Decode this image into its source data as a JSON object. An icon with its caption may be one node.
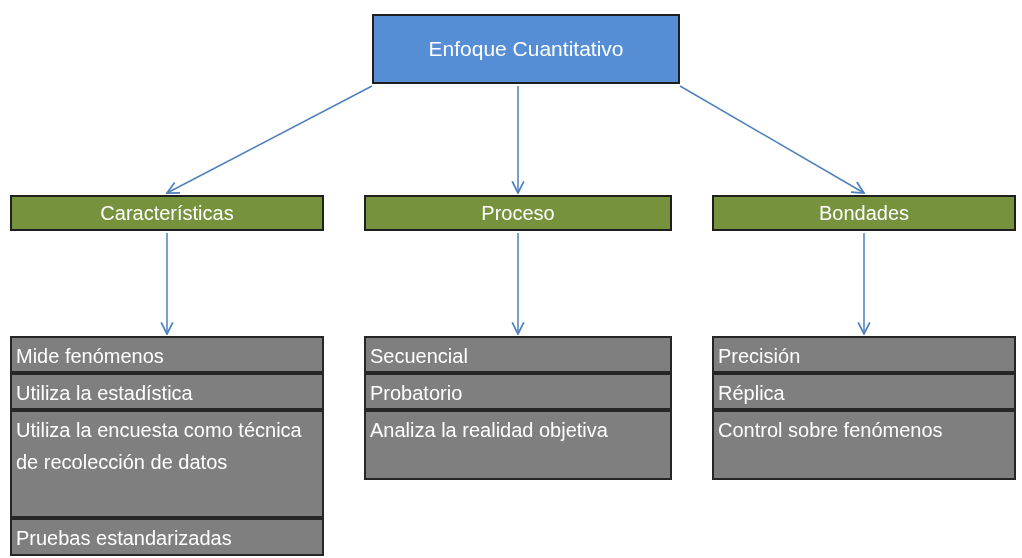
{
  "diagram": {
    "nodes": [
      {
        "text": [
          "Enfoque Cuantitativo"
        ]
      },
      {
        "text": [
          "Características"
        ]
      },
      {
        "text": [
          "Proceso"
        ]
      },
      {
        "text": [
          "Bondades"
        ]
      },
      {
        "text": [
          "Mide fenómenos"
        ]
      },
      {
        "text": [
          "Utiliza la estadística"
        ]
      },
      {
        "text": [
          "Utiliza la encuesta como técnica de recolección de datos"
        ]
      },
      {
        "text": [
          "Pruebas estandarizadas"
        ]
      },
      {
        "text": [
          "Secuencial"
        ]
      },
      {
        "text": [
          "Probatorio"
        ]
      },
      {
        "text": [
          "Analiza la realidad objetiva"
        ]
      },
      {
        "text": [
          "Precisión"
        ]
      },
      {
        "text": [
          "Réplica"
        ]
      },
      {
        "text": [
          "Control sobre fenómenos"
        ]
      }
    ],
    "edges": [
      {
        "from": 0,
        "to": 1,
        "arrow": "to"
      },
      {
        "from": 0,
        "to": 2,
        "arrow": "to"
      },
      {
        "from": 0,
        "to": 3,
        "arrow": "to"
      },
      {
        "from": 1,
        "to": 4,
        "arrow": "to"
      },
      {
        "from": 2,
        "to": 8,
        "arrow": "to"
      },
      {
        "from": 3,
        "to": 11,
        "arrow": "to"
      }
    ]
  }
}
